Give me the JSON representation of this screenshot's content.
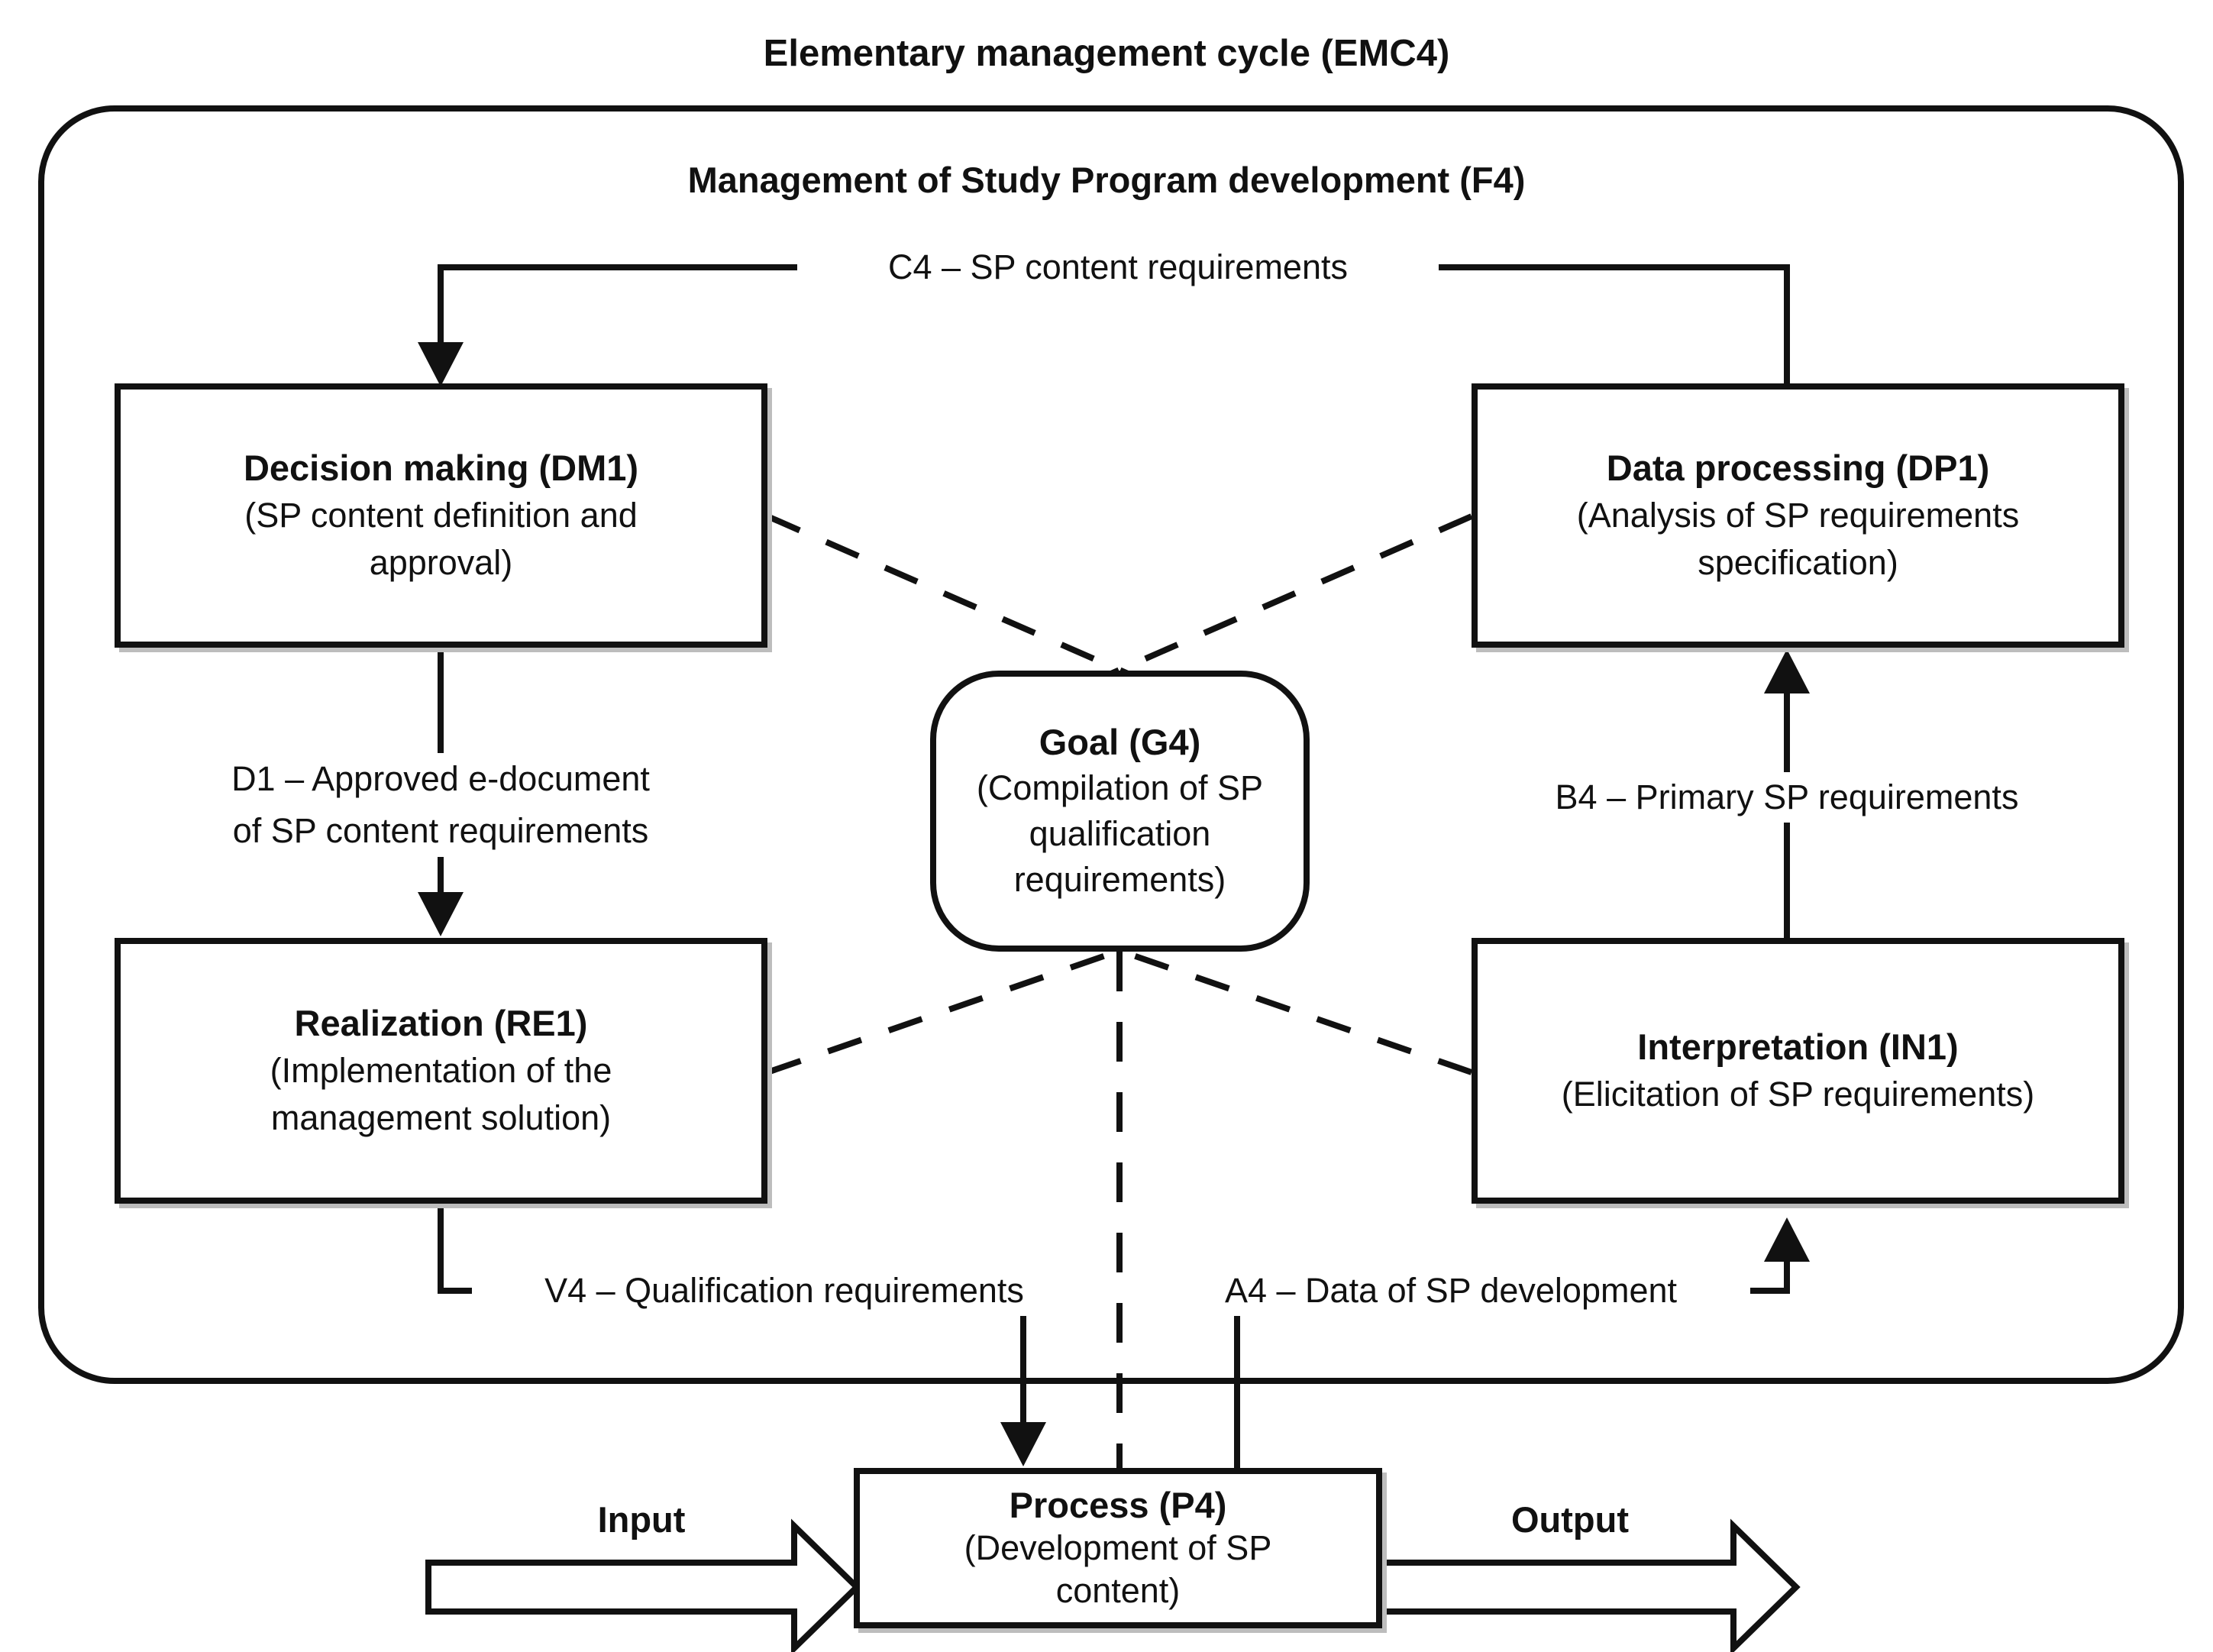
{
  "colors": {
    "ink": "#111111",
    "paper": "#ffffff",
    "shadow": "#bdbdbd"
  },
  "diagram": {
    "title": "Elementary management cycle (EMC4)",
    "subsystem_title": "Management of Study Program development (F4)",
    "nodes": {
      "dm1": {
        "title": "Decision making (DM1)",
        "subtitle": "(SP content definition and approval)"
      },
      "dp1": {
        "title": "Data processing (DP1)",
        "subtitle": "(Analysis of SP requirements specification)"
      },
      "goal": {
        "title": "Goal (G4)",
        "subtitle": "(Compilation of SP qualification requirements)"
      },
      "re1": {
        "title": "Realization (RE1)",
        "subtitle": "(Implementation of the management solution)"
      },
      "in1": {
        "title": "Interpretation (IN1)",
        "subtitle": "(Elicitation of SP requirements)"
      },
      "process": {
        "title": "Process (P4)",
        "subtitle": "(Development of SP content)"
      }
    },
    "flows": {
      "c4": "C4 – SP content requirements",
      "d1_line1": "D1 – Approved e-document",
      "d1_line2": "of SP content requirements",
      "b4": "B4 – Primary SP requirements",
      "v4": "V4 – Qualification requirements",
      "a4": "A4 – Data of SP development",
      "input": "Input",
      "output": "Output"
    }
  }
}
